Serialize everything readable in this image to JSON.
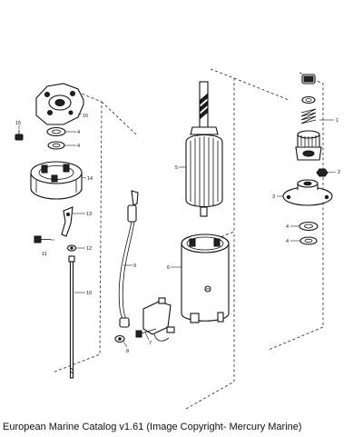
{
  "caption": "European Marine Catalog v1.61 (Image Copyright- Mercury Marine)",
  "callouts": {
    "c1": "1",
    "c2": "2",
    "c3": "3",
    "c4a": "4",
    "c4b": "4",
    "c4c": "4",
    "c4d": "4",
    "c5": "5",
    "c6": "6",
    "c7": "7",
    "c8": "8",
    "c9": "9",
    "c10": "10",
    "c11": "11",
    "c12": "12",
    "c13": "13",
    "c14": "14",
    "c15": "15",
    "c16": "16"
  }
}
